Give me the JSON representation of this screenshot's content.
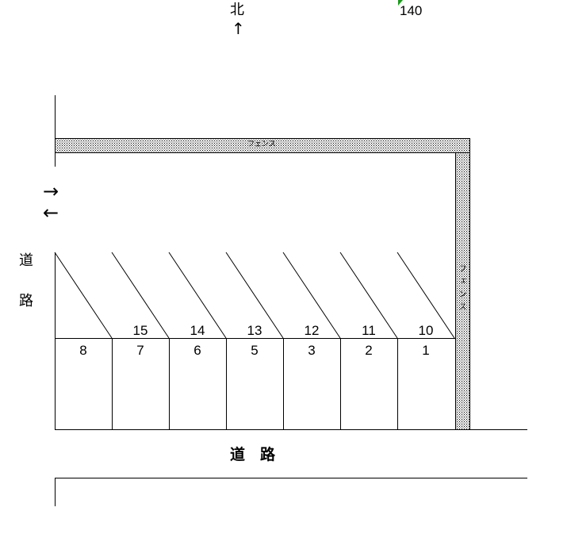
{
  "compass": {
    "north_label": "北",
    "north_arrow": "↑"
  },
  "marker": {
    "label": "140",
    "color": "#1a9a1a"
  },
  "fence": {
    "top_label": "フェンス",
    "side_label": "フェンス"
  },
  "traffic": {
    "in_arrow": "→",
    "out_arrow": "←"
  },
  "left_road": {
    "char1": "道",
    "char2": "路"
  },
  "bottom_road": {
    "label": "道　路"
  },
  "spaces": {
    "lower_row": [
      "8",
      "7",
      "6",
      "5",
      "3",
      "2",
      "1"
    ],
    "upper_row": [
      "15",
      "14",
      "13",
      "12",
      "11",
      "10"
    ]
  }
}
